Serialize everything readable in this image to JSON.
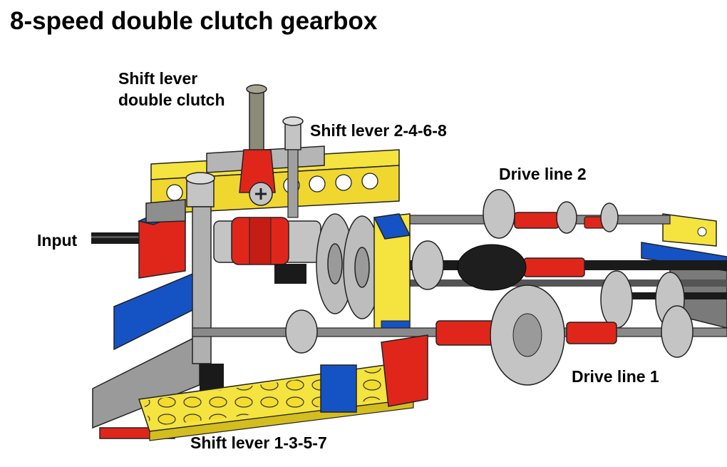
{
  "title": "8-speed double clutch gearbox",
  "labels": {
    "input": "Input",
    "shift_double_clutch_line1": "Shift lever",
    "shift_double_clutch_line2": "double clutch",
    "shift_2468": "Shift lever 2-4-6-8",
    "drive_line_2": "Drive line 2",
    "drive_line_1": "Drive line 1",
    "shift_1357": "Shift lever 1-3-5-7"
  },
  "colors": {
    "yellow": "#f5e33f",
    "red": "#e0261b",
    "blue": "#1553c4",
    "dark_gray": "#6e6e6e",
    "light_gray": "#c4c4c4",
    "black": "#1a1a1a",
    "tan_gray": "#8c8a78"
  }
}
